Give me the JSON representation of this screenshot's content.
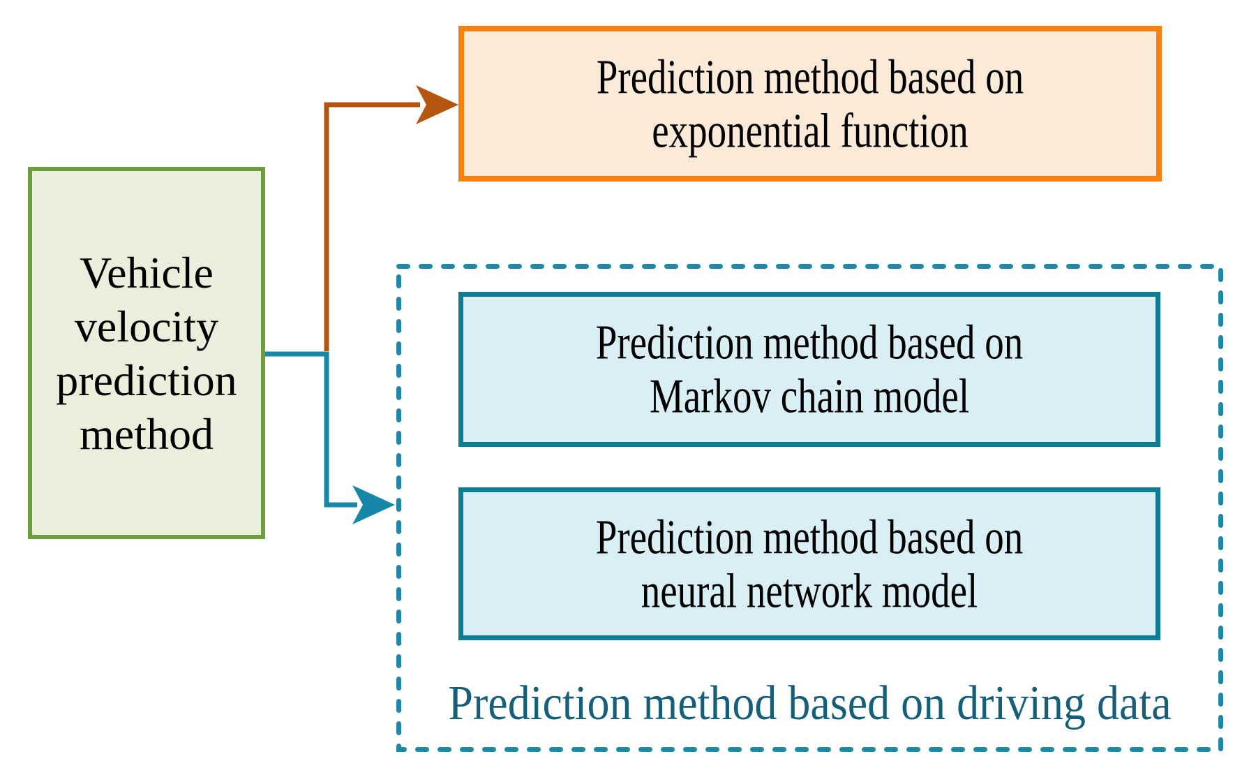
{
  "diagram": {
    "title_box": {
      "label": "Vehicle velocity prediction method",
      "lines": [
        "Vehicle",
        "velocity",
        "prediction",
        "method"
      ]
    },
    "exponential_box": {
      "label": "Prediction method based on exponential function",
      "lines": [
        "Prediction method based on",
        "exponential function"
      ]
    },
    "markov_box": {
      "label": "Prediction method based on Markov chain model",
      "lines": [
        "Prediction method based on",
        "Markov chain model"
      ]
    },
    "neural_box": {
      "label": "Prediction method based on neural network model",
      "lines": [
        "Prediction method based on",
        "neural network model"
      ]
    },
    "driving_group": {
      "label": "Prediction method based on driving data"
    }
  },
  "colors": {
    "root_box_border": "#6f9b3f",
    "root_box_fill": "#eaefdc",
    "exponential_box_border": "#f8800f",
    "exponential_box_fill": "#fcead9",
    "data_box_border": "#0d7d94",
    "data_box_fill": "#d9eef5",
    "dashed_group_border": "#1e88a6",
    "arrow_to_exponential": "#b4560f",
    "arrow_to_driving_group": "#1687a8",
    "driving_group_label_text": "#155f78",
    "box_text": "#000000",
    "background": "#ffffff"
  }
}
